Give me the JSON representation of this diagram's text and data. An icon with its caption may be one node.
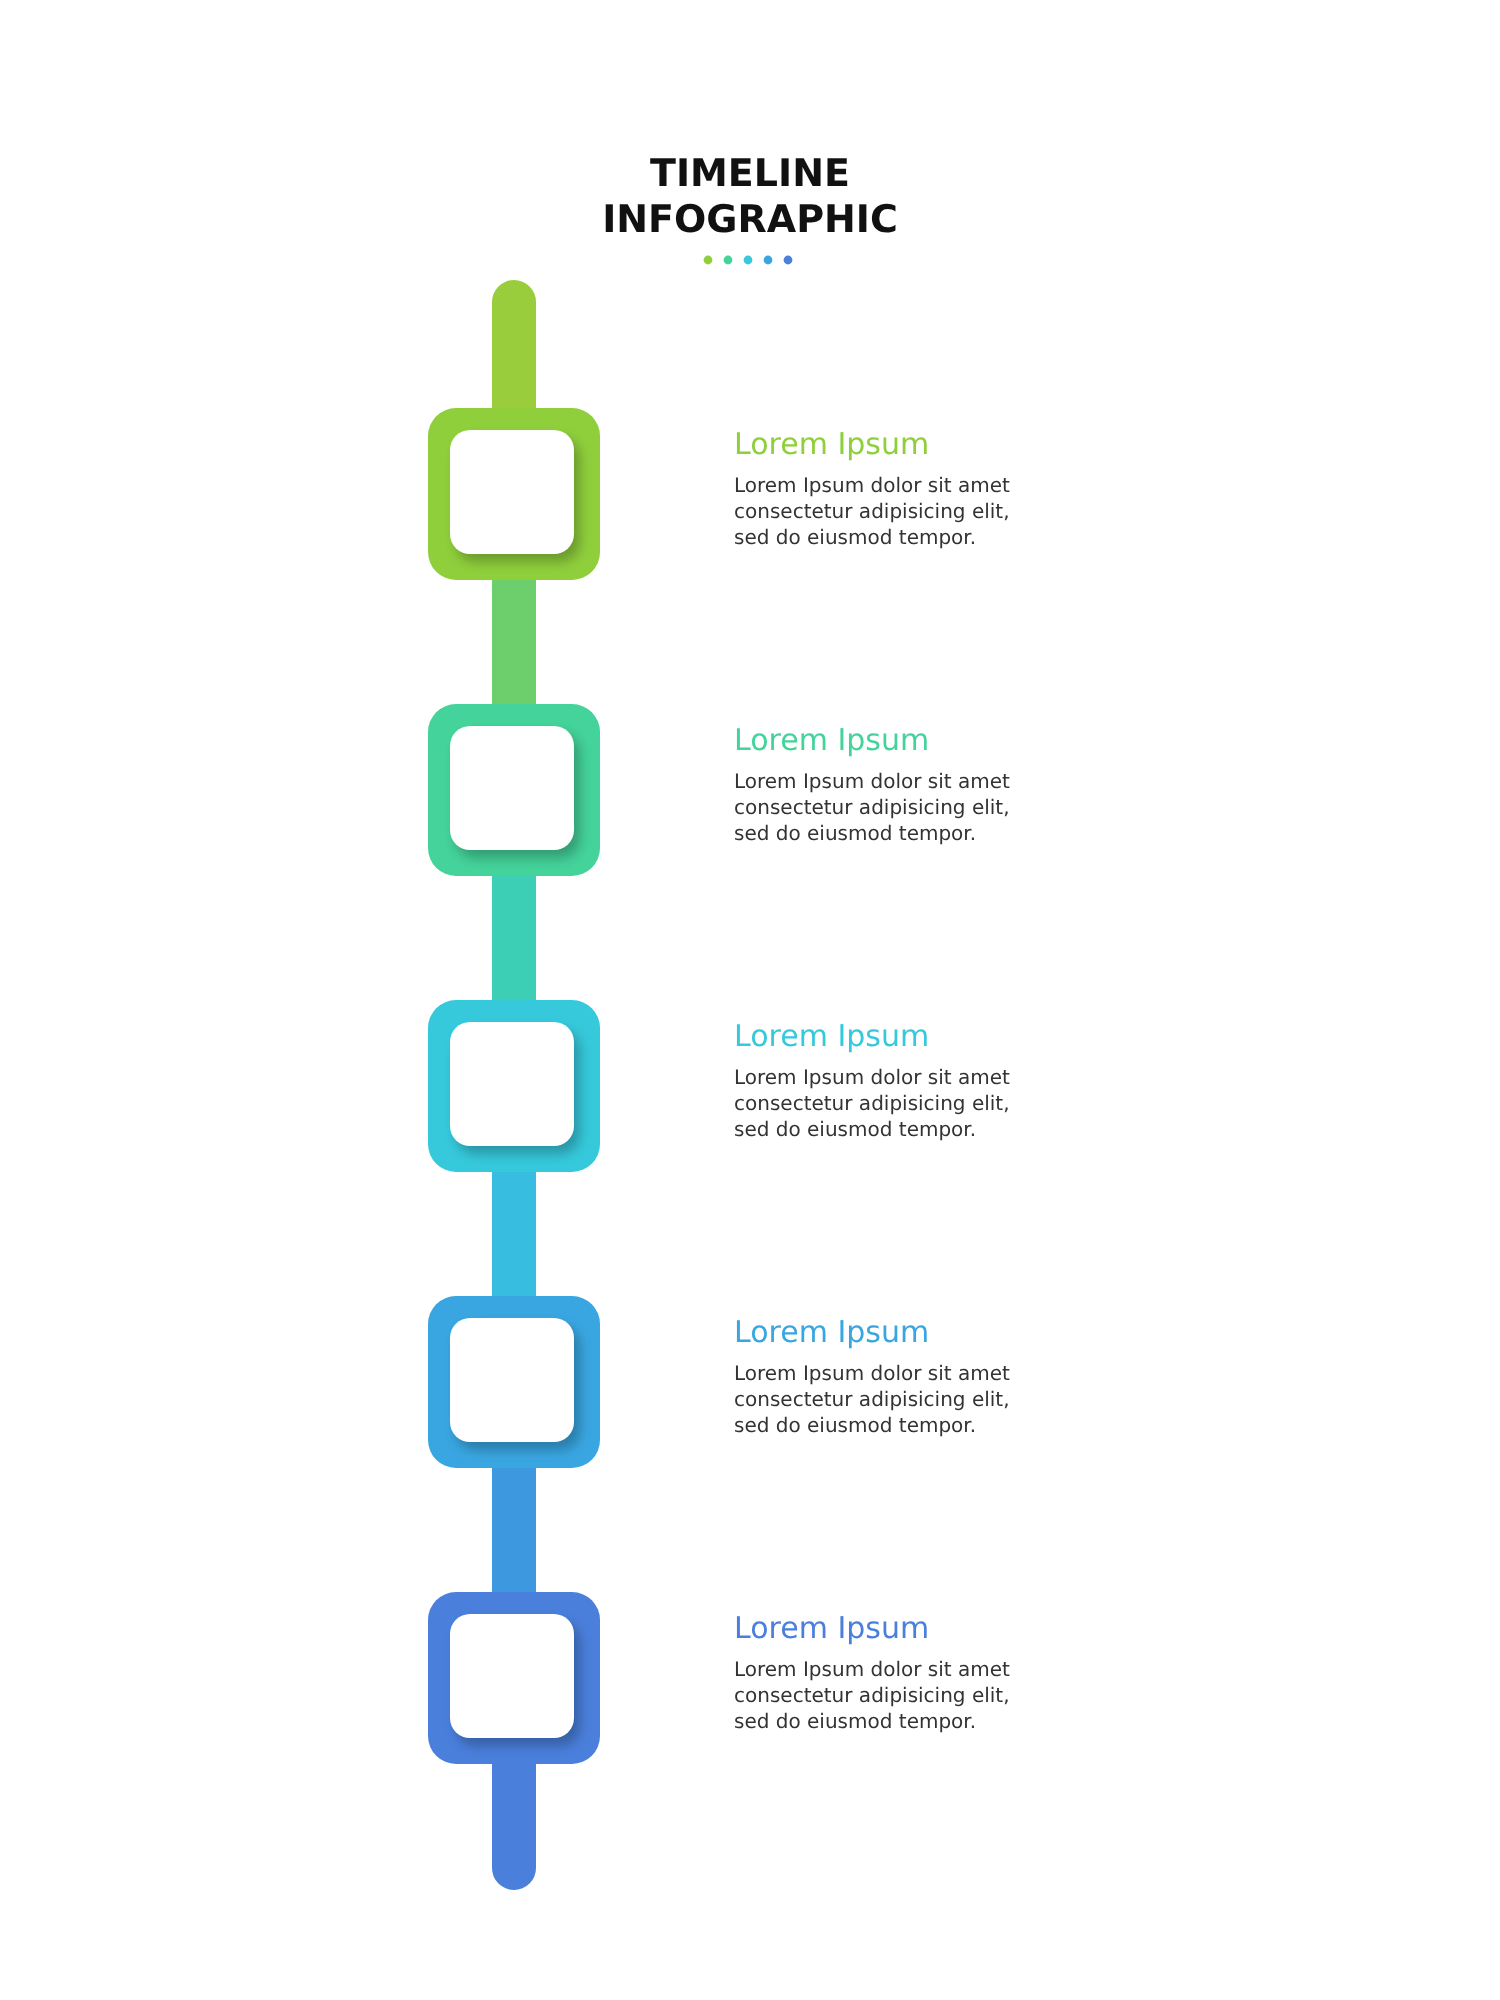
{
  "diagram": {
    "title": "TIMELINE INFOGRAPHIC",
    "nodes": [
      {
        "text": [],
        "shape": "box",
        "beside": [
          "Lorem Ipsum",
          "Lorem Ipsum dolor sit amet consectetur adipisicing elit, sed do eiusmod tempor."
        ]
      },
      {
        "text": [],
        "shape": "box",
        "beside": [
          "Lorem Ipsum",
          "Lorem Ipsum dolor sit amet consectetur adipisicing elit, sed do eiusmod tempor."
        ]
      },
      {
        "text": [],
        "shape": "box",
        "beside": [
          "Lorem Ipsum",
          "Lorem Ipsum dolor sit amet consectetur adipisicing elit, sed do eiusmod tempor."
        ]
      },
      {
        "text": [],
        "shape": "box",
        "beside": [
          "Lorem Ipsum",
          "Lorem Ipsum dolor sit amet consectetur adipisicing elit, sed do eiusmod tempor."
        ]
      },
      {
        "text": [],
        "shape": "box",
        "beside": [
          "Lorem Ipsum",
          "Lorem Ipsum dolor sit amet consectetur adipisicing elit, sed do eiusmod tempor."
        ]
      }
    ],
    "edges": [
      {
        "from": null,
        "to": 0,
        "arrow": "none",
        "color": "#9acd3c"
      },
      {
        "from": 0,
        "to": 1,
        "arrow": "none",
        "color": "#6ccf6c"
      },
      {
        "from": 1,
        "to": 2,
        "arrow": "none",
        "color": "#3dcfb6"
      },
      {
        "from": 2,
        "to": 3,
        "arrow": "none",
        "color": "#37bde0"
      },
      {
        "from": 3,
        "to": 4,
        "arrow": "none",
        "color": "#3e98df"
      },
      {
        "from": 4,
        "to": null,
        "arrow": "none",
        "color": "#4a80dc"
      }
    ]
  }
}
